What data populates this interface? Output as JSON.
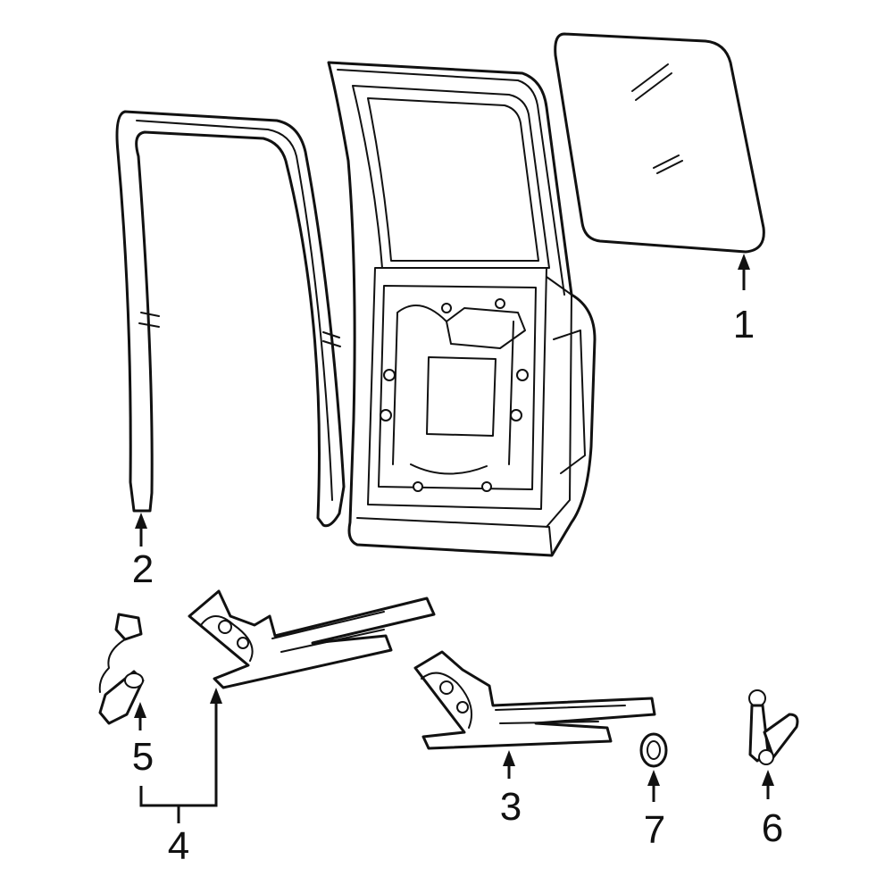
{
  "diagram": {
    "background": "#ffffff",
    "line_color": "#111111",
    "callouts": [
      {
        "id": "glass",
        "label": "1"
      },
      {
        "id": "run-channel",
        "label": "2"
      },
      {
        "id": "regulator",
        "label": "3"
      },
      {
        "id": "regulator-and-motor",
        "label": "4"
      },
      {
        "id": "motor",
        "label": "5"
      },
      {
        "id": "handle",
        "label": "6"
      },
      {
        "id": "spacer",
        "label": "7"
      }
    ]
  }
}
